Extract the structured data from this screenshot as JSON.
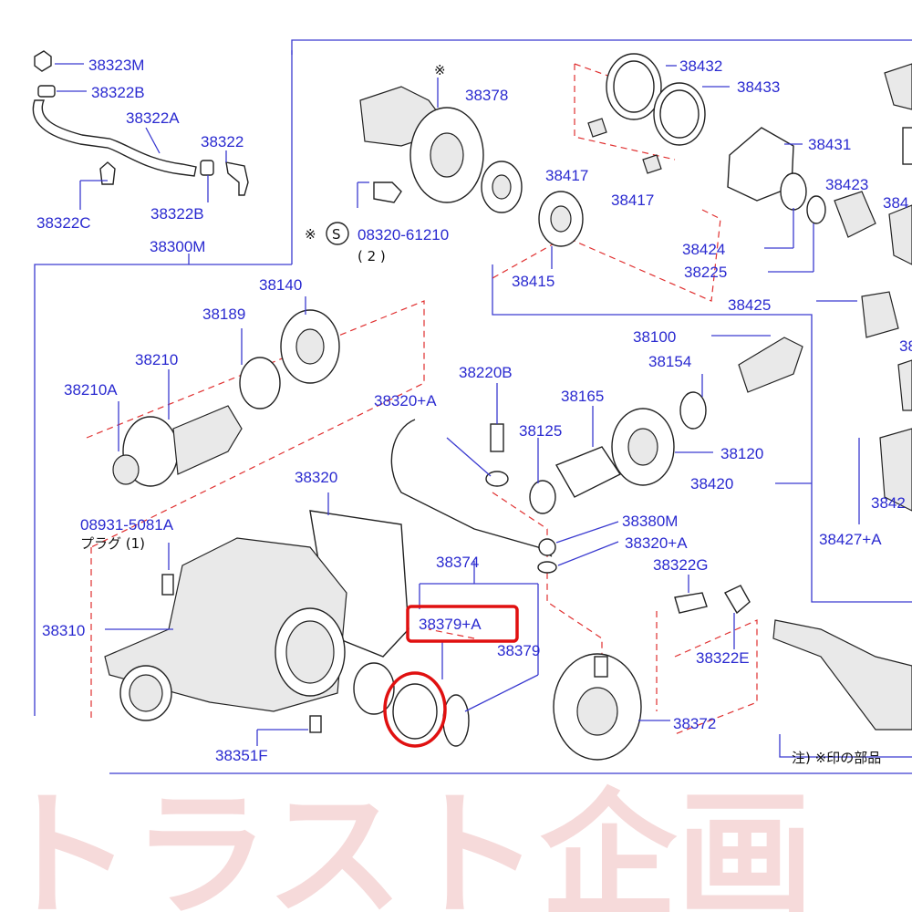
{
  "labels": {
    "p38323M": "38323M",
    "p38322B": "38322B",
    "p38322A": "38322A",
    "p38322": "38322",
    "p38322C": "38322C",
    "p38322B_2": "38322B",
    "p38300M": "38300M",
    "p38378": "38378",
    "asterisk_top": "※",
    "p38432": "38432",
    "p38433": "38433",
    "p38431": "38431",
    "p38417a": "38417",
    "p38417b": "38417",
    "p38423": "38423",
    "p384_edge": "384",
    "asterisk_bolt": "※",
    "bolt_code": "08320-61210",
    "bolt_circle": "S",
    "bolt_qty": "( 2 )",
    "p38415": "38415",
    "p38424": "38424",
    "p38225": "38225",
    "p38425": "38425",
    "p38140": "38140",
    "p38189": "38189",
    "p38210": "38210",
    "p38210A": "38210A",
    "p38100": "38100",
    "p38154": "38154",
    "p38_edge": "38",
    "p38220B": "38220B",
    "p38320A_top": "38320+A",
    "p38165": "38165",
    "p38125": "38125",
    "p38120": "38120",
    "p38420": "38420",
    "p38320": "38320",
    "p08931": "08931-5081A",
    "plug_label": "プラグ (1)",
    "p38380M": "38380M",
    "p38320A_mid": "38320+A",
    "p38427A": "38427+A",
    "p3842_edge": "3842",
    "p38374": "38374",
    "p38322G": "38322G",
    "p38379A": "38379+A",
    "p38310": "38310",
    "p38379": "38379",
    "p38322E": "38322E",
    "p38372": "38372",
    "p38351F": "38351F",
    "note": "注) ※印の部品"
  },
  "highlight_color": "#e01010",
  "label_color": "#2a2ad0",
  "watermark_text": "トラスト企画"
}
